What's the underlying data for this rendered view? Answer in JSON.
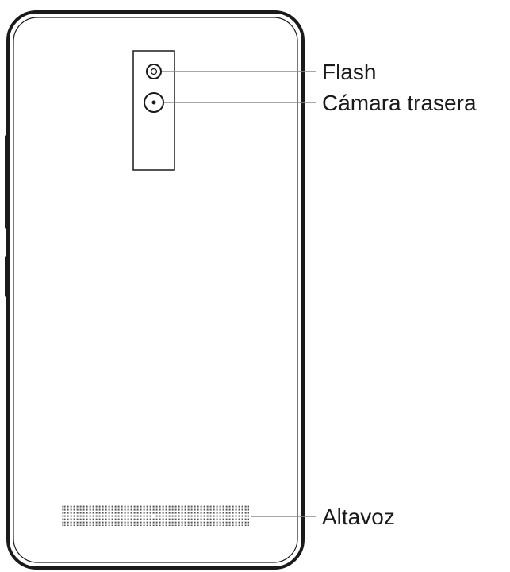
{
  "labels": {
    "flash": "Flash",
    "rear_camera": "Cámara trasera",
    "speaker": "Altavoz"
  },
  "colors": {
    "outline": "#1a1a1a",
    "leader_line": "#8a8a8a",
    "speaker_grille": "#555555",
    "background": "#ffffff"
  }
}
